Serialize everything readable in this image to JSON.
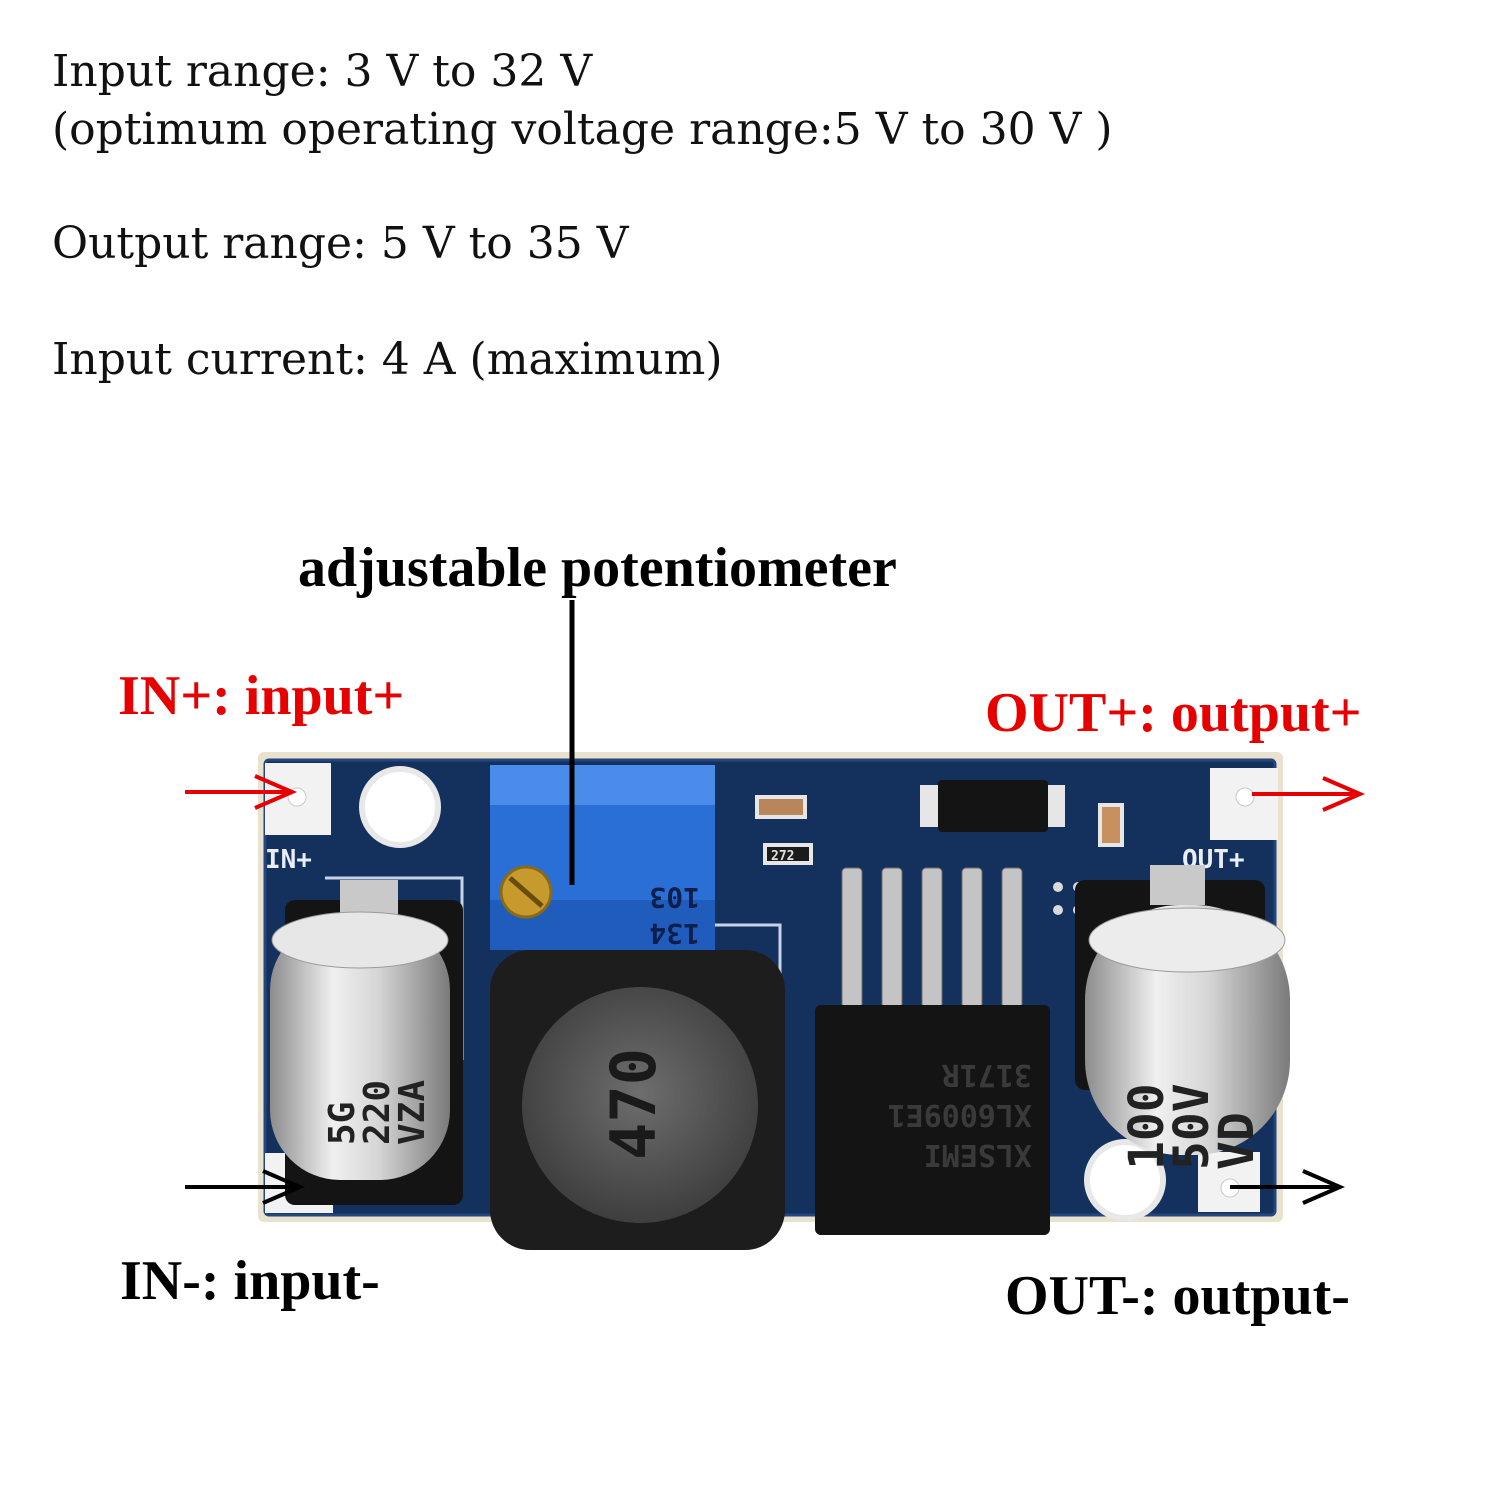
{
  "specs": {
    "input_range": "Input range: 3 V to 32 V",
    "optimum_range": "(optimum operating voltage range:5 V to 30 V )",
    "output_range": "Output range: 5 V to 35 V",
    "input_current": "Input current: 4 A (maximum)"
  },
  "callouts": {
    "potentiometer": "adjustable potentiometer",
    "in_plus": "IN+: input+",
    "out_plus": "OUT+: output+",
    "in_minus": "IN-: input-",
    "out_minus": "OUT-: output-"
  },
  "board": {
    "silk_in_plus": "IN+",
    "silk_out_plus": "OUT+",
    "pot_marking_1": "103",
    "pot_marking_2": "134",
    "inductor_marking": "470",
    "ic_marking_1": "XLSEMI",
    "ic_marking_2": "XL6009E1",
    "ic_marking_3": "3171R",
    "cap_in_line_1": "5G",
    "cap_in_line_2": "220",
    "cap_in_line_3": "VZA",
    "cap_out_line_1": "100",
    "cap_out_line_2": "50V",
    "cap_out_line_3": "VD",
    "resistor_marking": "272"
  },
  "colors": {
    "positive": "#e60000",
    "negative": "#000000",
    "pcb": "#14315e",
    "pot": "#2a6fd6"
  }
}
